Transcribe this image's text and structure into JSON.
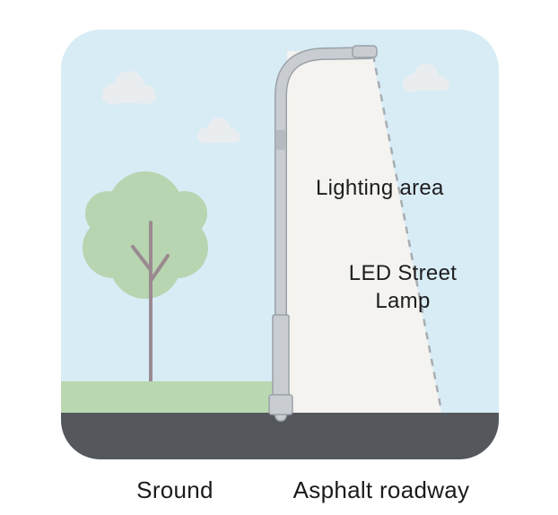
{
  "scene": {
    "labels": {
      "lighting_area": "Lighting area",
      "led_line1": "LED Street",
      "led_line2": "Lamp"
    }
  },
  "captions": {
    "ground": "Sround",
    "asphalt": "Asphalt roadway"
  },
  "colors": {
    "sky": "#d8ecf6",
    "cloud": "#e9edf0",
    "beam": "#f4f3ef",
    "road": "#54575b",
    "grass": "#b9d8b2",
    "foliage": "#b7d5b0",
    "trunk": "#9a8a90",
    "pole": "#c9cdd1",
    "pole_outline": "#9aa1a8",
    "dash": "#a7adb2",
    "text": "#1d1d1f"
  }
}
